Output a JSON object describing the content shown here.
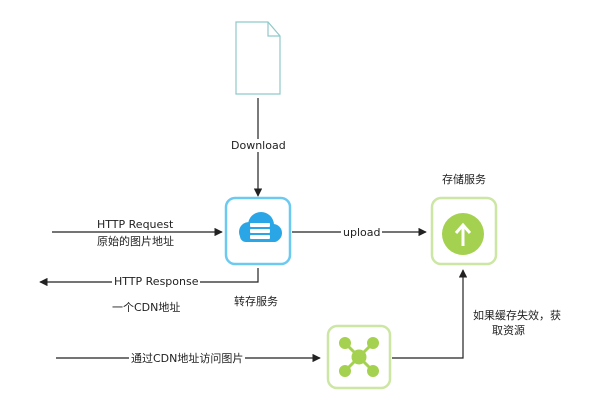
{
  "labels": {
    "download": "Download",
    "http_request": "HTTP Request",
    "original_image_url": "原始的图片地址",
    "upload": "upload",
    "http_response": "HTTP Response",
    "cdn_address": "一个CDN地址",
    "transfer_service": "转存服务",
    "storage_service": "存储服务",
    "cache_miss_line1": "如果缓存失效，获",
    "cache_miss_line2": "取资源",
    "access_via_cdn": "通过CDN地址访问图片"
  },
  "icons": {
    "file": "document-icon",
    "transfer_service": "cloud-server-icon",
    "storage_service": "cloud-upload-icon",
    "cdn": "network-hub-icon"
  },
  "colors": {
    "transfer_border": "#6cc9ef",
    "transfer_fill": "#2aa6e6",
    "green_border": "#cce6a3",
    "green_fill": "#a4d14f",
    "arrow": "#222222",
    "file_stroke": "#8fc9c9"
  }
}
